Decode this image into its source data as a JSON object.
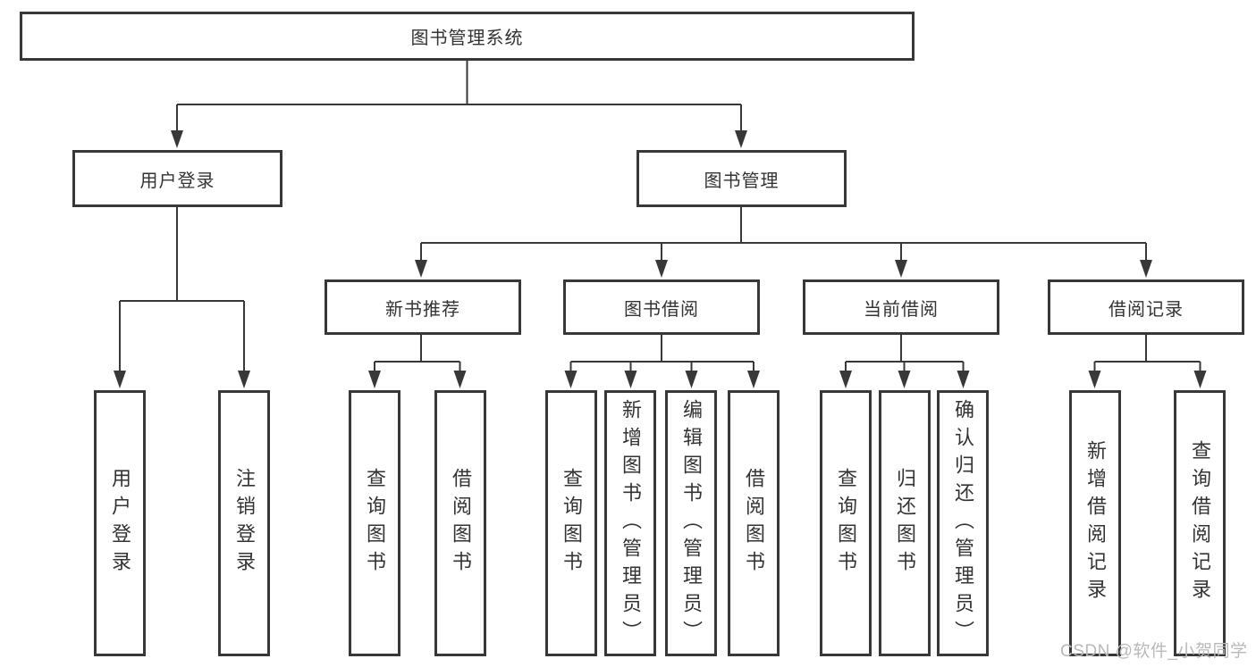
{
  "diagram": {
    "title": "图书管理系统",
    "user_login": {
      "label": "用户登录",
      "children": [
        "用户登录",
        "注销登录"
      ]
    },
    "book_management": {
      "label": "图书管理",
      "groups": [
        {
          "label": "新书推荐",
          "children": [
            "查询图书",
            "借阅图书"
          ]
        },
        {
          "label": "图书借阅",
          "children": [
            "查询图书",
            "新增图书（管理员）",
            "编辑图书（管理员）",
            "借阅图书"
          ]
        },
        {
          "label": "当前借阅",
          "children": [
            "查询图书",
            "归还图书",
            "确认归还（管理员）"
          ]
        },
        {
          "label": "借阅记录",
          "children": [
            "新增借阅记录",
            "查询借阅记录"
          ]
        }
      ]
    },
    "watermark": "CSDN @软件_小贺同学",
    "colors": {
      "line": "#383838",
      "text": "#333333",
      "watermark": "#b9b9b9",
      "background": "#ffffff"
    }
  }
}
